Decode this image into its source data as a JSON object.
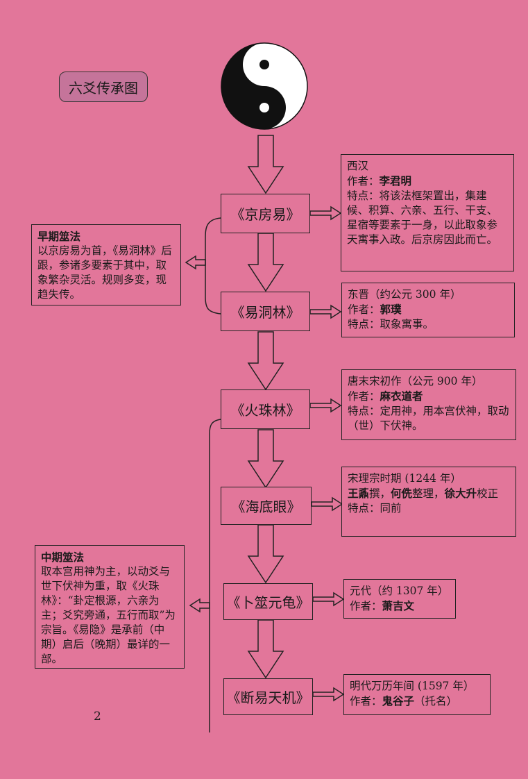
{
  "title": "六爻传承图",
  "page_number": "2",
  "books": [
    "《京房易》",
    "《易洞林》",
    "《火珠林》",
    "《海底眼》",
    "《卜筮元龟》",
    "《断易天机》"
  ],
  "info": [
    {
      "era": "西汉",
      "author_prefix": "作者：",
      "author": "李君明",
      "feature": "特点：将该法框架置出，集建候、积算、六亲、五行、干支、星宿等要素于一身，以此取象参天寓事入政。后京房因此而亡。"
    },
    {
      "era": "东晋（约公元 300 年）",
      "author_prefix": "作者：",
      "author": "郭璞",
      "feature": "特点：取象寓事。"
    },
    {
      "era": "唐末宋初作（公元 900 年）",
      "author_prefix": "作者：",
      "author": "麻衣道者",
      "feature": "特点：定用神，用本宫伏神，取动（世）下伏神。"
    },
    {
      "era": "宋理宗时期 (1244 年）",
      "author_line_bold1": "王鼒",
      "author_line_t1": "撰，",
      "author_line_bold2": "何侁",
      "author_line_t2": "整理，",
      "author_line_bold3": "徐大升",
      "author_line_t3": "校正",
      "feature": "特点：同前"
    },
    {
      "era": "元代（约 1307 年）",
      "author_prefix": "作者：",
      "author": "萧吉文"
    },
    {
      "era": "明代万历年间 (1597 年）",
      "author_prefix": "作者：",
      "author": "鬼谷子",
      "author_suffix": "（托名）"
    }
  ],
  "early": {
    "heading": "早期筮法",
    "text": "以京房易为首，《易洞林》后跟，参诸多要素于其中，取象繁杂灵活。规则多变，现趋失传。"
  },
  "middle": {
    "heading": "中期筮法",
    "text": "取本宫用神为主，以动爻与世下伏神为重，取《火珠林》：“卦定根源，六亲为主；爻究旁通，五行而取”为宗旨。《易隐》是承前（中期）启后（晚期）最详的一部。"
  }
}
